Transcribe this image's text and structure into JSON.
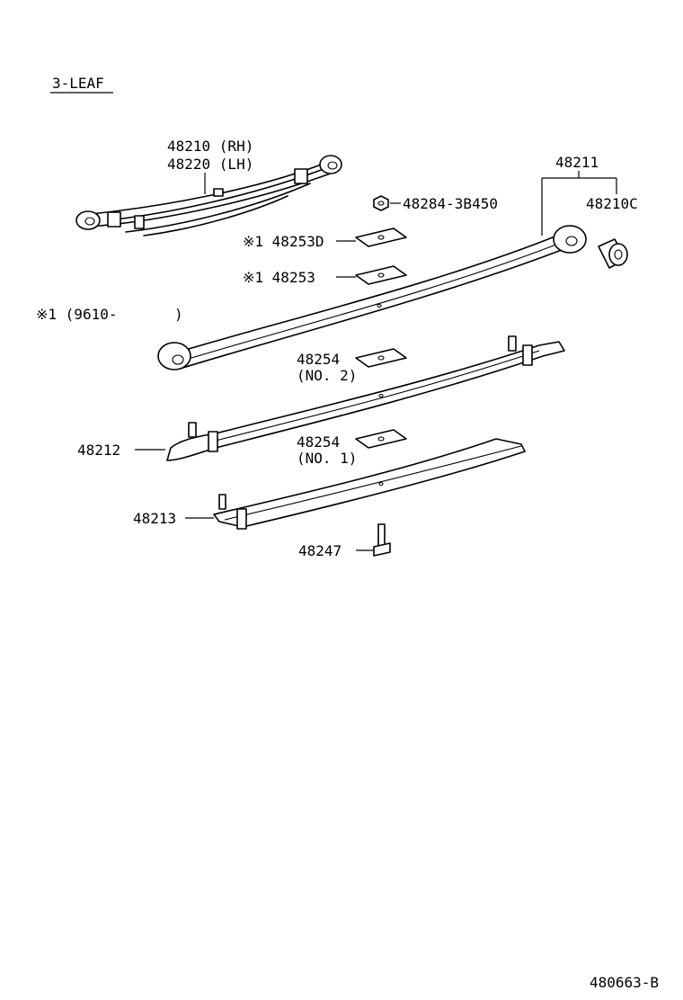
{
  "title": "3-LEAF",
  "footer_code": "480663-B",
  "note": "※1 (9610-",
  "note_close": ")",
  "callouts": {
    "p48210": "48210 (RH)",
    "p48220": "48220 (LH)",
    "p48211": "48211",
    "p48210c": "48210C",
    "p48284": "48284-3B450",
    "p48253d": "※1 48253D",
    "p48253": "※1  48253",
    "p48254_2": "48254",
    "p48254_2_sub": "(NO. 2)",
    "p48254_1": "48254",
    "p48254_1_sub": "(NO. 1)",
    "p48212": "48212",
    "p48213": "48213",
    "p48247": "48247"
  }
}
